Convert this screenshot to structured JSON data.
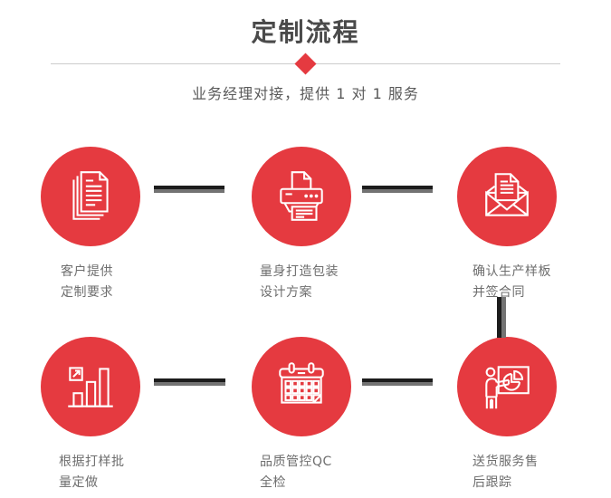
{
  "header": {
    "title": "定制流程",
    "subtitle": "业务经理对接，提供 1 对 1 服务"
  },
  "colors": {
    "accent_red": "#e53a40",
    "title_gray": "#4a4a4a",
    "subtitle_gray": "#595959",
    "label_gray": "#6e6e6e",
    "divider_gray": "#cccccc",
    "connector_dark": "#1c1c1c",
    "connector_gray": "#737373"
  },
  "steps": [
    {
      "icon": "documents-icon",
      "label_line1": "客户提供",
      "label_line2": "定制要求"
    },
    {
      "icon": "printer-icon",
      "label_line1": "量身打造包装",
      "label_line2": "设计方案"
    },
    {
      "icon": "open-envelope-icon",
      "label_line1": "确认生产样板",
      "label_line2": "并签合同"
    },
    {
      "icon": "bar-chart-icon",
      "label_line1": "根据打样批",
      "label_line2": "量定做"
    },
    {
      "icon": "calendar-icon",
      "label_line1": "品质管控QC",
      "label_line2": "全检"
    },
    {
      "icon": "presentation-icon",
      "label_line1": "送货服务售",
      "label_line2": "后跟踪"
    }
  ]
}
